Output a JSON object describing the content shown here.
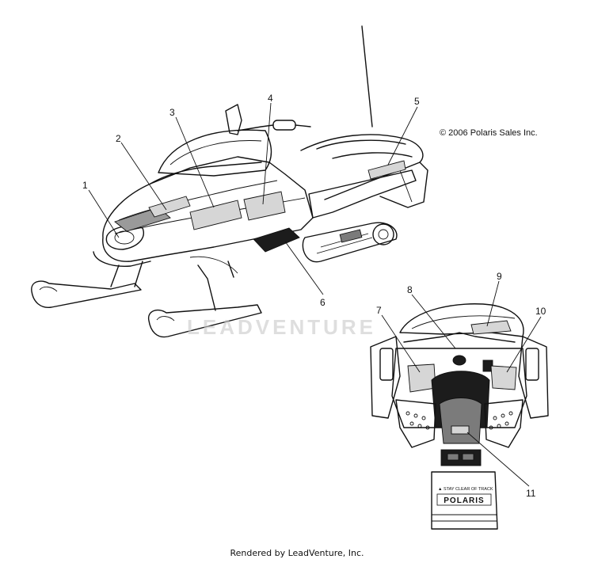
{
  "copyright": "© 2006 Polaris Sales Inc.",
  "footer": "Rendered by LeadVenture, Inc.",
  "watermark": "LEADVENTURE",
  "rear_decal": {
    "warning_text": "▲ STAY CLEAR OF TRACK",
    "brand": "POLARIS"
  },
  "callouts": [
    "1",
    "2",
    "3",
    "4",
    "5",
    "6",
    "7",
    "8",
    "9",
    "10",
    "11"
  ]
}
